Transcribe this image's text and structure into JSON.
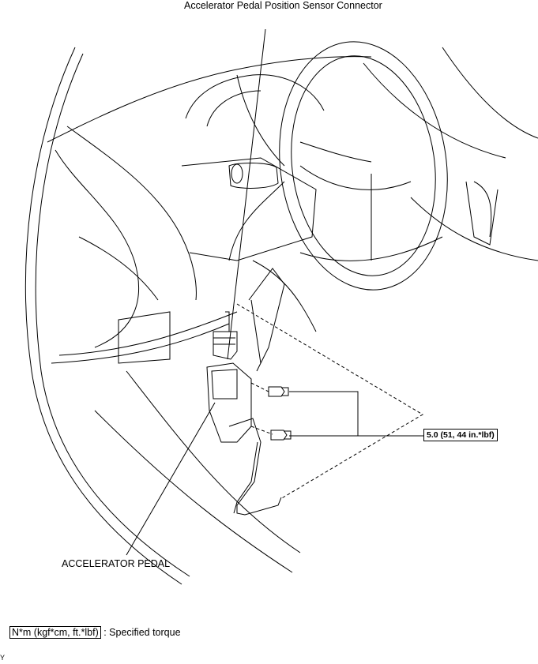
{
  "labels": {
    "connector": "Accelerator Pedal Position Sensor Connector",
    "pedal": "ACCELERATOR PEDAL",
    "torque_value": "5.0 (51, 44 in.*lbf)",
    "legend_box": "N*m (kgf*cm, ft.*lbf)",
    "legend_text": ": Specified torque",
    "corner_mark": "Y"
  },
  "colors": {
    "line": "#000000",
    "background": "#ffffff"
  }
}
